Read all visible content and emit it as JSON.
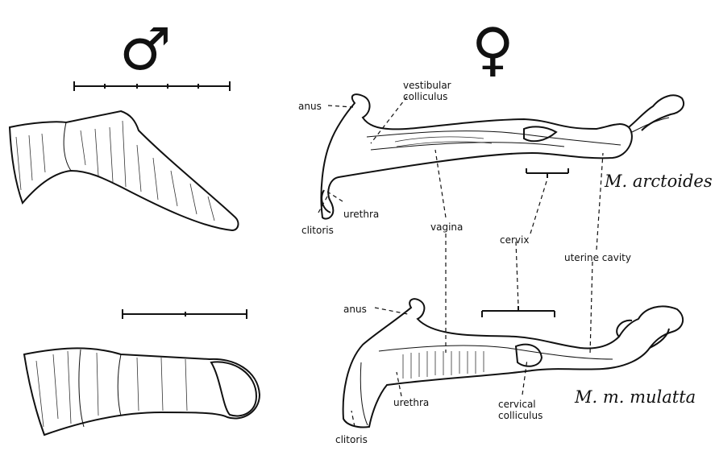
{
  "symbols": {
    "male": "♂",
    "female": "♀"
  },
  "species": {
    "top": "M. arctoides",
    "bottom": "M. m. mulatta"
  },
  "labels": {
    "anus_top": "anus",
    "vestibular_colliculus_1": "vestibular",
    "vestibular_colliculus_2": "colliculus",
    "clitoris_top": "clitoris",
    "urethra_top": "urethra",
    "vagina": "vagina",
    "cervix": "cervix",
    "uterine_cavity": "uterine  cavity",
    "anus_bottom": "anus",
    "clitoris_bottom": "clitoris",
    "urethra_bottom": "urethra",
    "cervical_colliculus_1": "cervical",
    "cervical_colliculus_2": "colliculus"
  }
}
